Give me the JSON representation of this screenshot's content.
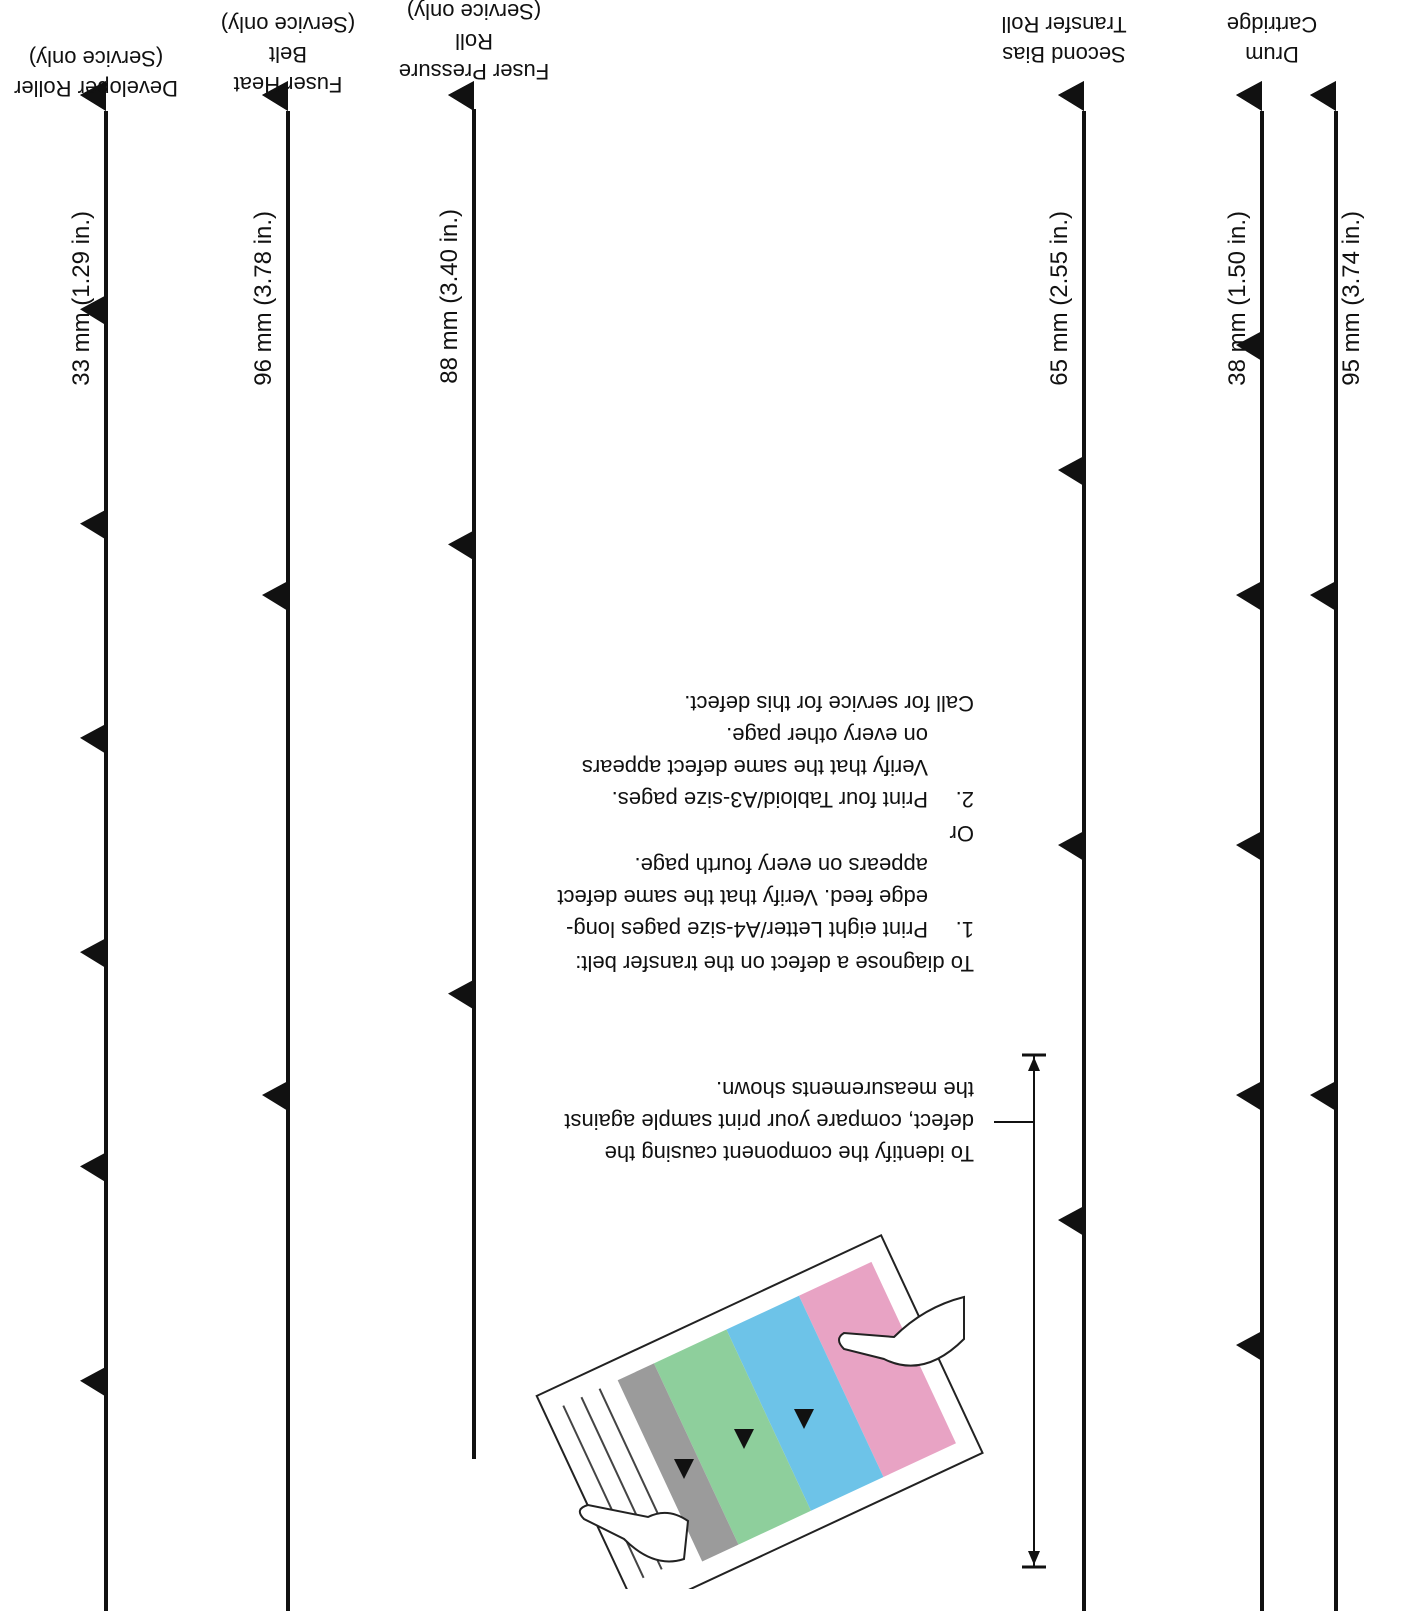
{
  "rulers": [
    {
      "id": "drum-cartridge",
      "label": "Drum\nCartridge",
      "length_text": "95 mm (3.74 in.)",
      "ticks": 3
    },
    {
      "id": "drum-cartridge-38",
      "label": "",
      "length_text": "38 mm (1.50 in.)",
      "ticks": 6
    },
    {
      "id": "second-bias-transfer-roll",
      "label": "Second Bias\nTransfer Roll",
      "length_text": "65 mm (2.55 in.)",
      "ticks": 4
    },
    {
      "id": "fuser-pressure-roll",
      "label": "Fuser Pressure\nRoll\n(Service only)",
      "length_text": "88 mm (3.40 in.)",
      "ticks": 3
    },
    {
      "id": "fuser-heat-belt",
      "label": "Fuser Heat\nBelt\n(Service only)",
      "length_text": "96 mm (3.78 in.)",
      "ticks": 3
    },
    {
      "id": "developer-roller",
      "label": "Developer Roller\n(Service only)",
      "length_text": "33 mm (1.29 in.)",
      "ticks": 7
    }
  ],
  "identify_text": "To identify the component causing the defect, compare your print sample against the measurements shown.",
  "diagnose": {
    "intro": "To diagnose a defect on the transfer belt:",
    "step1_num": "1.",
    "step1": "Print eight Letter/A4-size pages long-edge feed. Verify that the same defect appears on every fourth page.",
    "or": "Or",
    "step2_num": "2.",
    "step2": "Print four Tabloid/A3-size pages. Verify that the same defect appears on every other page.",
    "service": "Call for service for this defect."
  }
}
